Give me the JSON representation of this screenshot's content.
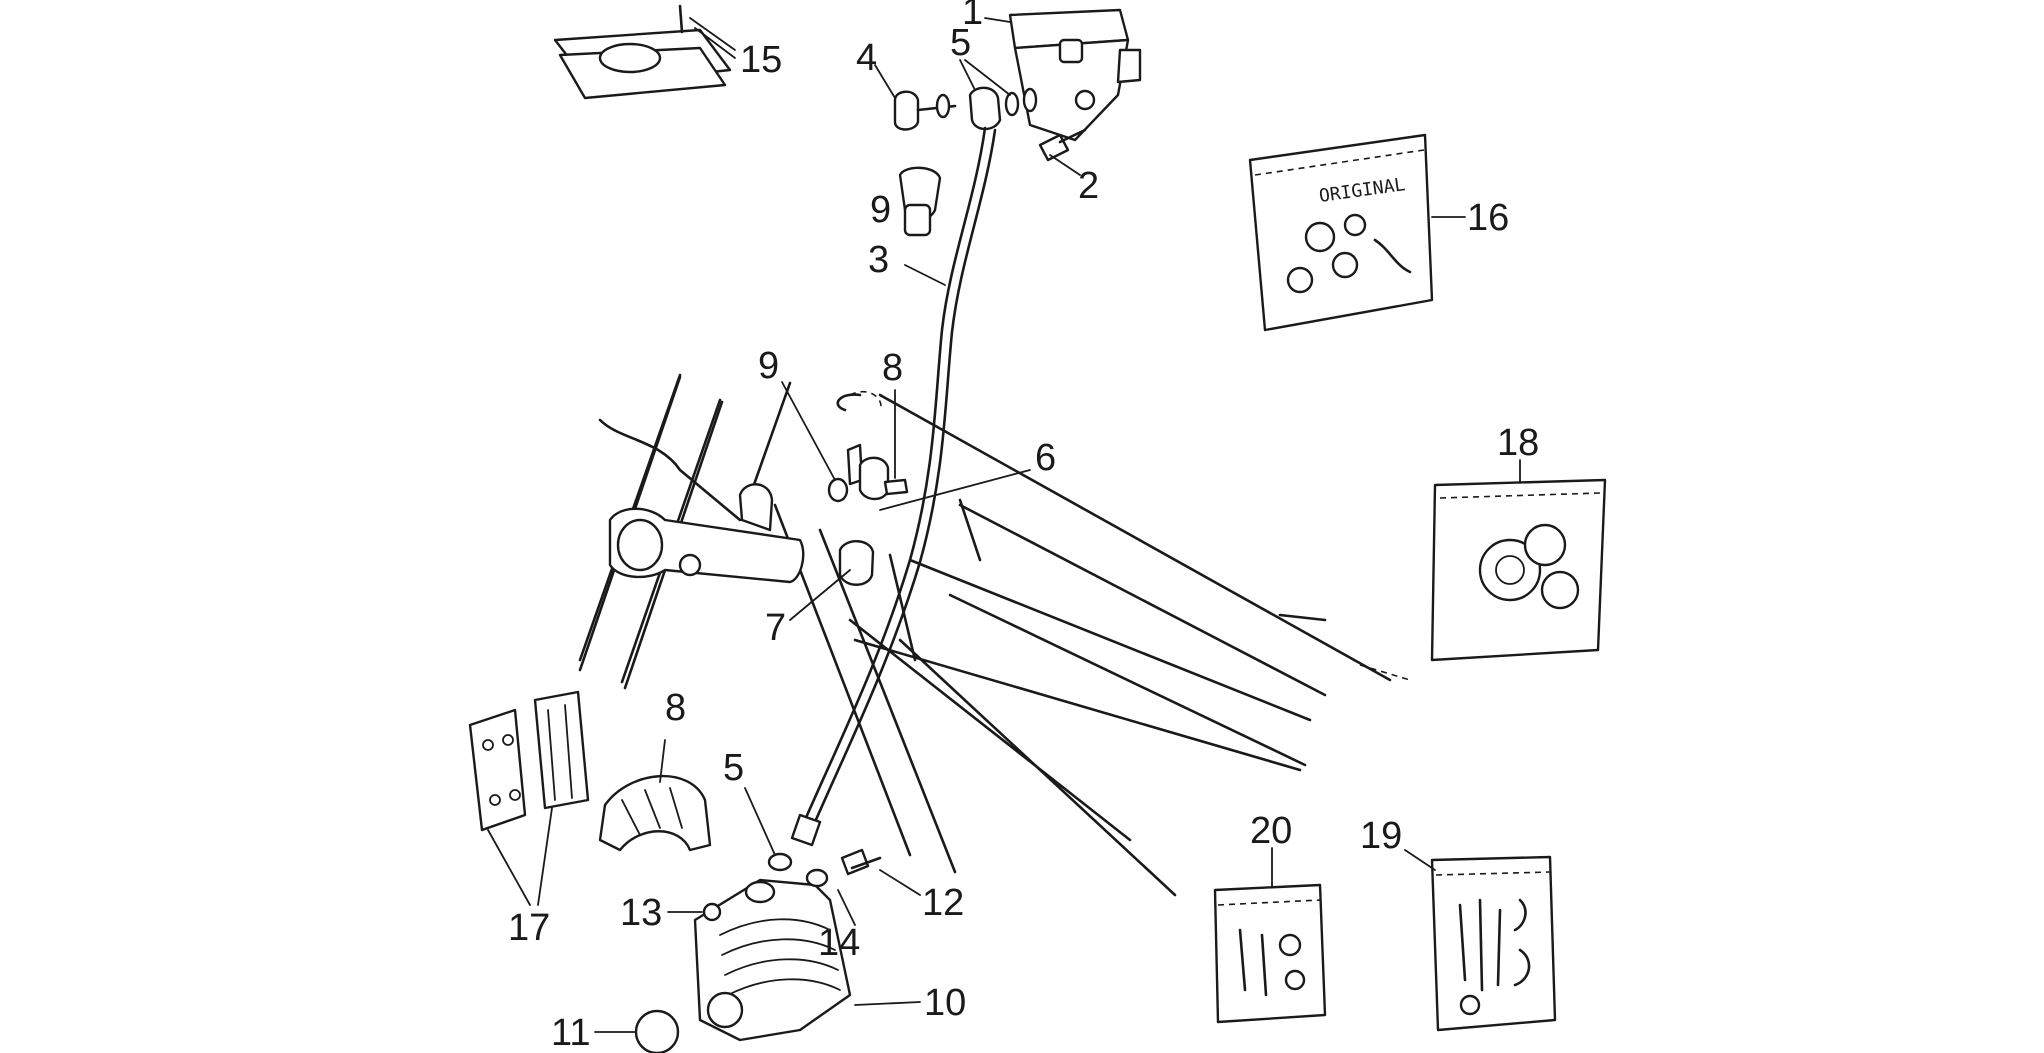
{
  "callouts": {
    "c1": "1",
    "c2": "2",
    "c3": "3",
    "c4": "4",
    "c5a": "5",
    "c5b": "5",
    "c6": "6",
    "c7": "7",
    "c8a": "8",
    "c8b": "8",
    "c9a": "9",
    "c9b": "9",
    "c10": "10",
    "c11": "11",
    "c12": "12",
    "c13": "13",
    "c14": "14",
    "c15": "15",
    "c16": "16",
    "c17": "17",
    "c18": "18",
    "c19": "19",
    "c20": "20"
  },
  "bag16": {
    "brand": "ORIGINAL"
  }
}
